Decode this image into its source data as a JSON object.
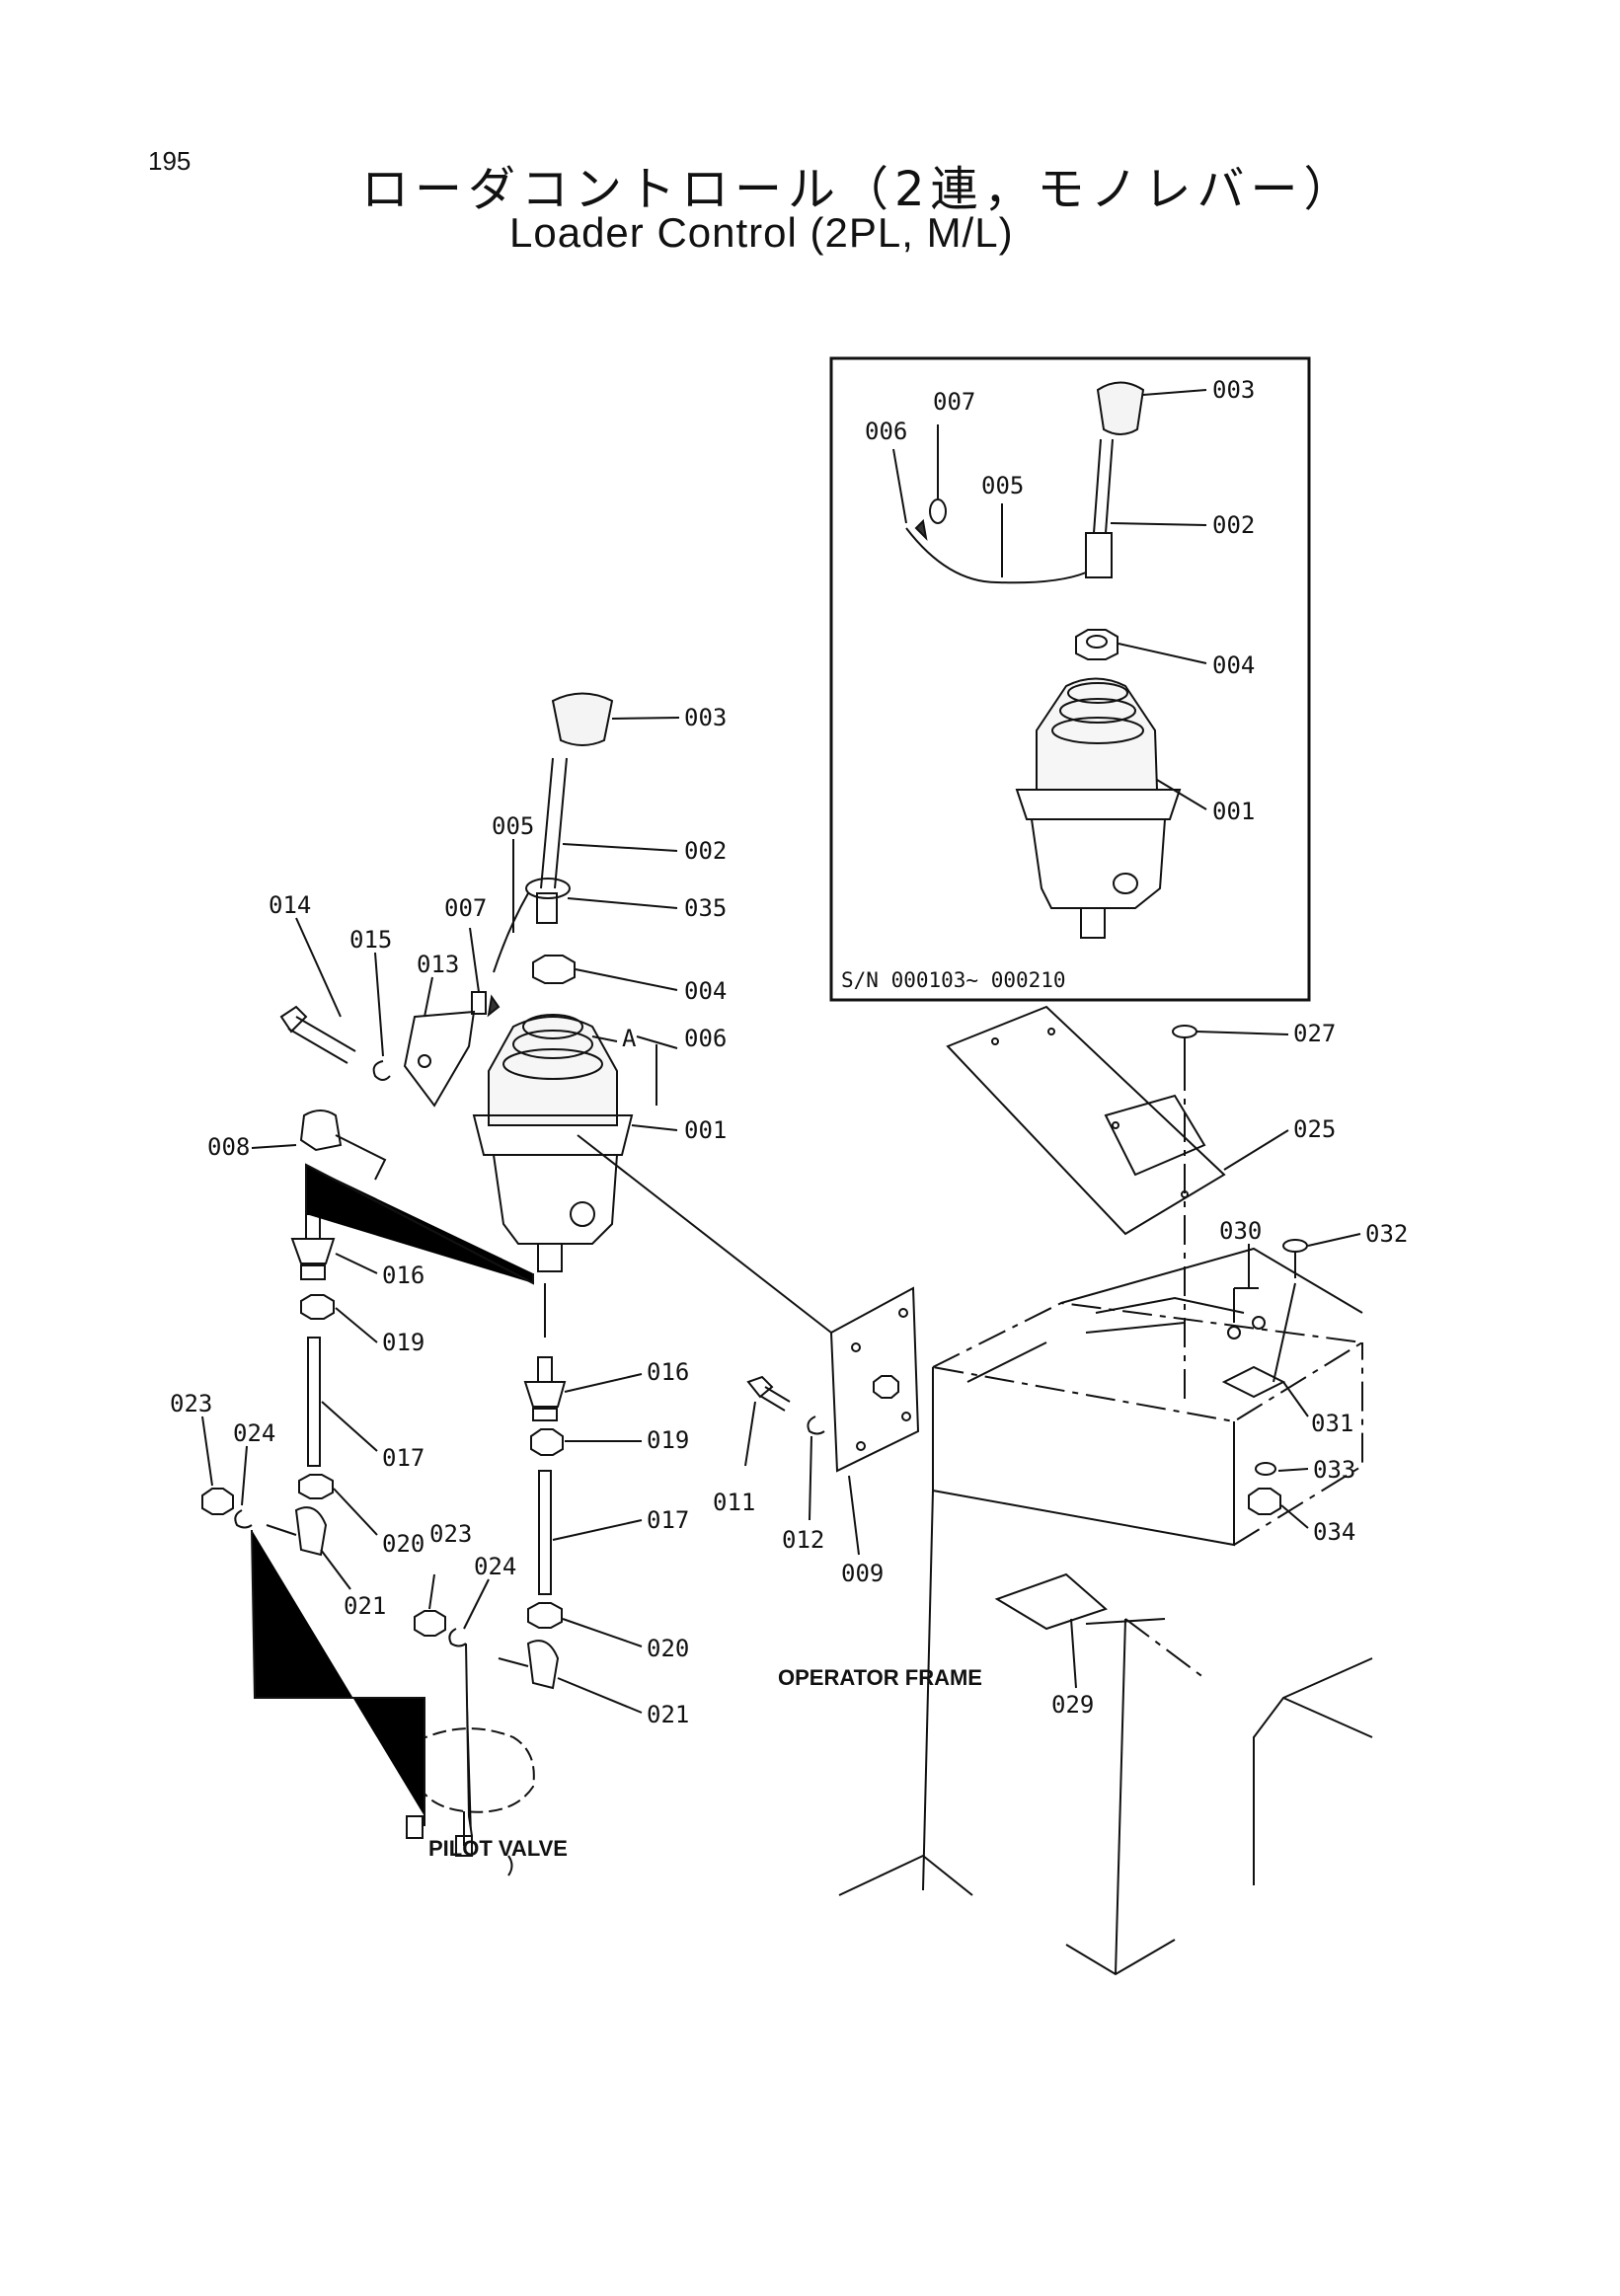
{
  "header": {
    "page_number": "195",
    "title_jp": "ローダコントロール（2連，モノレバー）",
    "title_en": "Loader Control (2PL, M/L)"
  },
  "inset": {
    "serial_range": "S/N  000103~ 000210",
    "callouts": [
      "003",
      "007",
      "006",
      "005",
      "002",
      "004",
      "001"
    ]
  },
  "main": {
    "callouts": [
      "003",
      "005",
      "002",
      "014",
      "007",
      "035",
      "015",
      "013",
      "004",
      "006",
      "A",
      "008",
      "001",
      "016",
      "019",
      "023",
      "024",
      "017",
      "020",
      "021",
      "023",
      "024",
      "016",
      "019",
      "017",
      "020",
      "021",
      "027",
      "025",
      "030",
      "032",
      "031",
      "033",
      "034",
      "011",
      "012",
      "009",
      "029"
    ]
  },
  "labels": {
    "operator_frame": "OPERATOR FRAME",
    "pilot_valve": "PILOT VALVE"
  }
}
